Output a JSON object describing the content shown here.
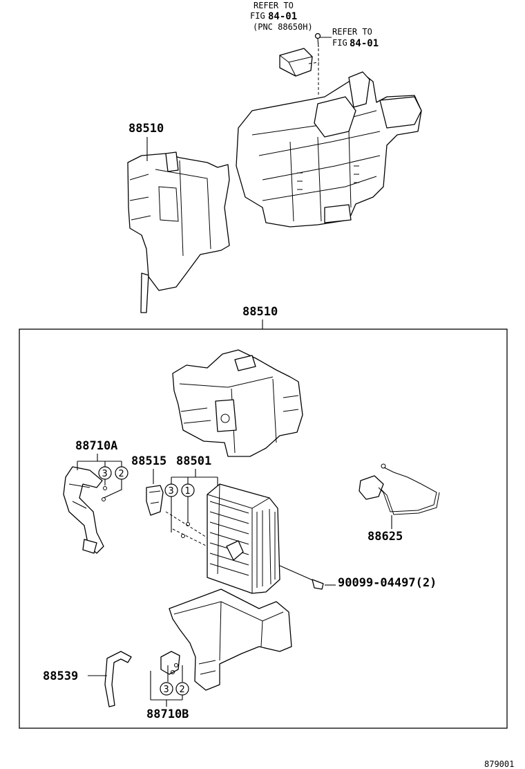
{
  "refs": {
    "top": {
      "line1": "REFER TO",
      "line2_prefix": "FIG",
      "line2_num": "84-01",
      "line3": "(PNC 88650H)"
    },
    "right": {
      "line1": "REFER TO",
      "line2_prefix": "FIG",
      "line2_num": "84-01"
    }
  },
  "labels": {
    "unit_top": "88510",
    "unit_box": "88510",
    "tube_a": "88710A",
    "valve": "88515",
    "evaporator": "88501",
    "wire": "88625",
    "screw": "90099-04497(2)",
    "hose": "88539",
    "tube_b": "88710B"
  },
  "callouts": {
    "tube_a": [
      "3",
      "2"
    ],
    "evaporator": [
      "3",
      "1"
    ],
    "tube_b": [
      "3",
      "2"
    ]
  },
  "figure_code": "879001"
}
